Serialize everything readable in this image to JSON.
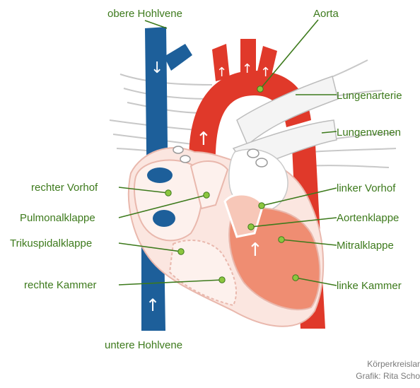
{
  "labels": {
    "obere_hohlvene": "obere Hohlvene",
    "aorta": "Aorta",
    "lungenarterie": "Lungenarterie",
    "lungenvenen": "Lungenvenen",
    "rechter_vorhof": "rechter Vorhof",
    "pulmonalklappe": "Pulmonalklappe",
    "trikuspidalklappe": "Trikuspidalklappe",
    "rechte_kammer": "rechte Kammer",
    "linker_vorhof": "linker Vorhof",
    "aortenklappe": "Aortenklappe",
    "mitralklappe": "Mitralklappe",
    "linke_kammer": "linke Kammer",
    "untere_hohlvene": "untere Hohlvene"
  },
  "credit": {
    "line1": "Körperkreislar",
    "line2": "Grafik: Rita Scho"
  },
  "colors": {
    "vein_blue": "#1d5f9a",
    "artery_red": "#e0392a",
    "heart_pink": "#fbe6e0",
    "chamber_salmon": "#ef8d72",
    "label_green": "#3d7a1c",
    "marker_green": "#8cc63f"
  }
}
